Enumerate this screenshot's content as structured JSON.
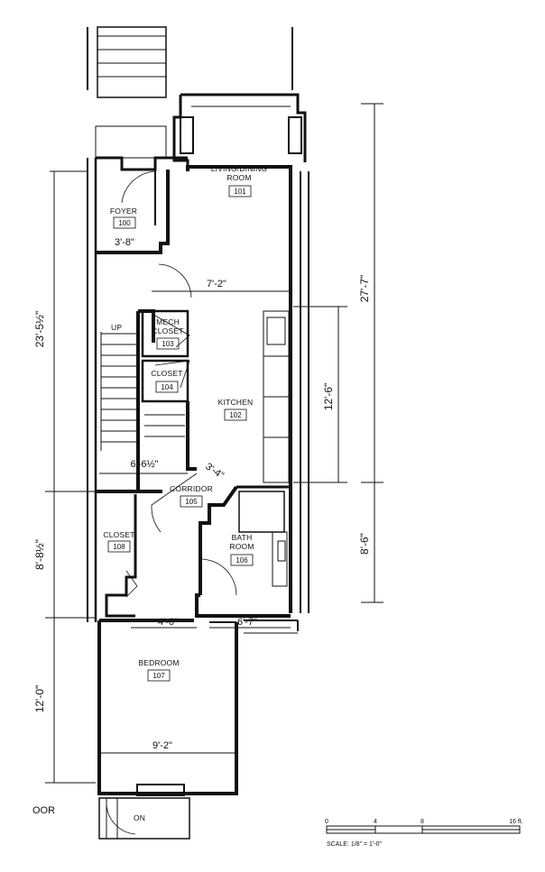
{
  "rooms": {
    "living": {
      "name_l1": "LIVING/DINING",
      "name_l2": "ROOM",
      "number": "101"
    },
    "foyer": {
      "name": "FOYER",
      "number": "100"
    },
    "kitchen": {
      "name": "KITCHEN",
      "number": "102"
    },
    "mech": {
      "name_l1": "MECH",
      "name_l2": "CLOSET",
      "number": "103"
    },
    "closet104": {
      "name": "CLOSET",
      "number": "104"
    },
    "corridor": {
      "name": "CORRIDOR",
      "number": "105"
    },
    "bath": {
      "name_l1": "BATH",
      "name_l2": "ROOM",
      "number": "106"
    },
    "closet108": {
      "name": "CLOSET",
      "number": "108"
    },
    "bedroom": {
      "name": "BEDROOM",
      "number": "107"
    }
  },
  "dimensions": {
    "foyer_width": "3'-8\"",
    "living_width": "7'-2\"",
    "stair_width": "6'-6½\"",
    "corridor_width": "3'-4\"",
    "corridor_length": "4'-6\"",
    "bath_width": "6'-7\"",
    "bedroom_width": "9'-2\"",
    "overall_front": "23'-5½\"",
    "rear_hall": "8'-8½\"",
    "bedroom_length": "12'-0\"",
    "overall_right": "27'-7\"",
    "kitchen_length": "12'-6\"",
    "bath_length": "8'-6\""
  },
  "labels": {
    "up": "UP",
    "on": "ON",
    "door_fragment": "OOR"
  },
  "scale_bar": {
    "ticks": [
      "0",
      "4",
      "8",
      "16 ft."
    ],
    "caption": "SCALE: 1/8\" = 1'-0\""
  }
}
